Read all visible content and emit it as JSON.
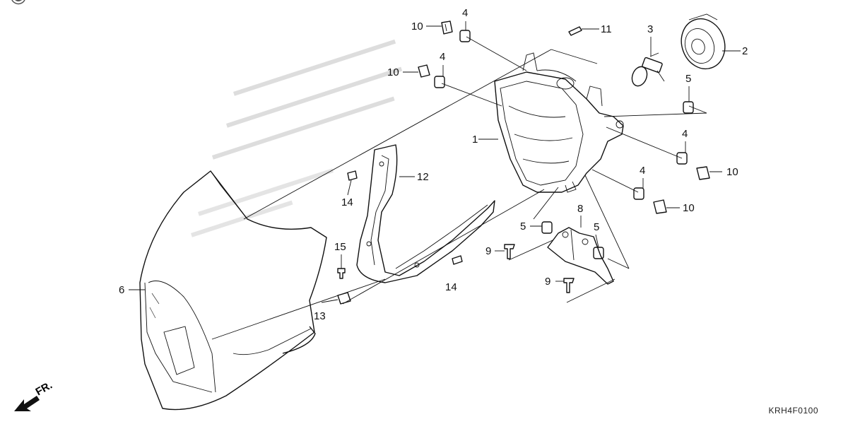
{
  "watermark": "© Pa",
  "diagram_code": "KRH4F0100",
  "front_arrow_label": "FR.",
  "callouts": {
    "c1": "1",
    "c2": "2",
    "c3": "3",
    "c4a": "4",
    "c4b": "4",
    "c4c": "4",
    "c4d": "4",
    "c5a": "5",
    "c5b": "5",
    "c5c": "5",
    "c6": "6",
    "c8": "8",
    "c9a": "9",
    "c9b": "9",
    "c10a": "10",
    "c10b": "10",
    "c10c": "10",
    "c10d": "10",
    "c11": "11",
    "c12": "12",
    "c13": "13",
    "c14a": "14",
    "c14b": "14",
    "c15": "15"
  }
}
